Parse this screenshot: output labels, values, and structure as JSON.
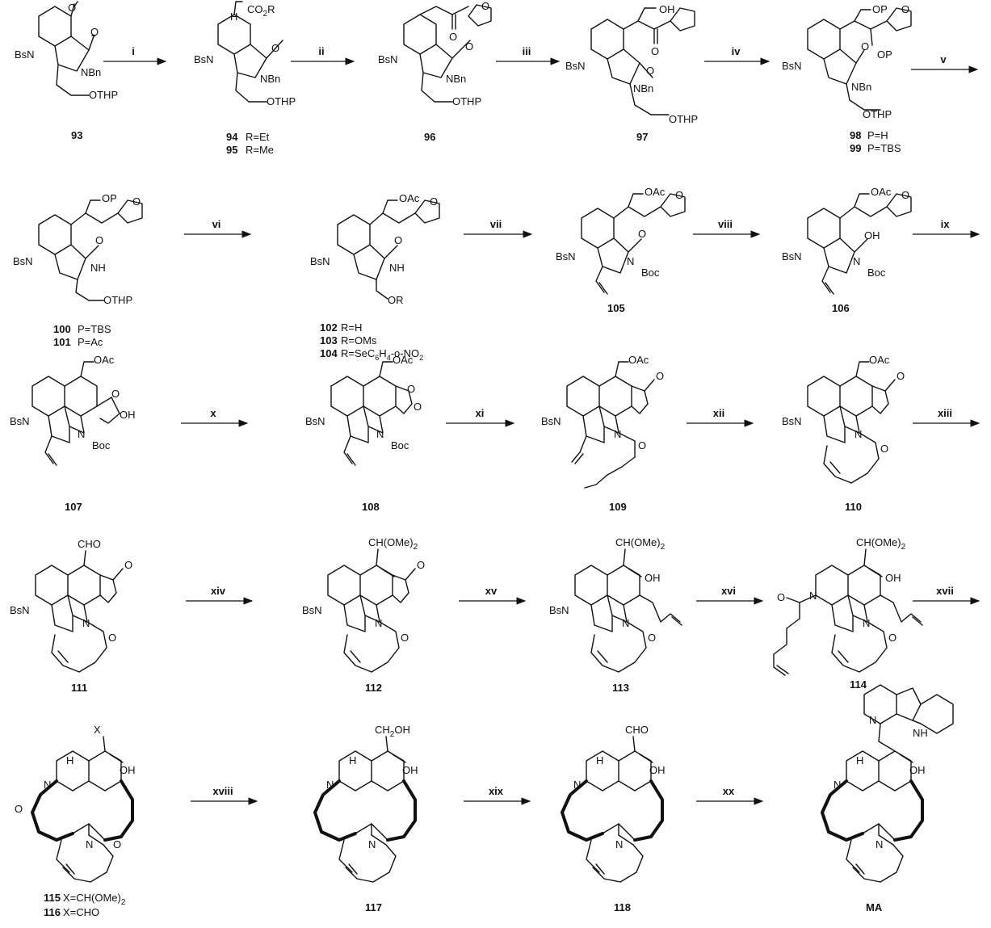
{
  "compounds": [
    {
      "id": "93"
    },
    {
      "id": "94",
      "variant": "R=Et"
    },
    {
      "id": "95",
      "variant": "R=Me"
    },
    {
      "id": "96"
    },
    {
      "id": "97"
    },
    {
      "id": "98",
      "variant": "P=H"
    },
    {
      "id": "99",
      "variant": "P=TBS"
    },
    {
      "id": "100",
      "variant": "P=TBS"
    },
    {
      "id": "101",
      "variant": "P=Ac"
    },
    {
      "id": "102",
      "variant": "R=H"
    },
    {
      "id": "103",
      "variant": "R=OMs"
    },
    {
      "id": "104",
      "variant": "R=SeC6H4-o-NO2"
    },
    {
      "id": "105"
    },
    {
      "id": "106"
    },
    {
      "id": "107"
    },
    {
      "id": "108"
    },
    {
      "id": "109"
    },
    {
      "id": "110"
    },
    {
      "id": "111"
    },
    {
      "id": "112"
    },
    {
      "id": "113"
    },
    {
      "id": "114"
    },
    {
      "id": "115",
      "variant": "X=CH(OMe)2"
    },
    {
      "id": "116",
      "variant": "X=CHO"
    },
    {
      "id": "117"
    },
    {
      "id": "118"
    },
    {
      "id": "MA"
    }
  ],
  "steps": [
    "i",
    "ii",
    "iii",
    "iv",
    "v",
    "vi",
    "vii",
    "viii",
    "ix",
    "x",
    "xi",
    "xii",
    "xiii",
    "xiv",
    "xv",
    "xvi",
    "xvii",
    "xviii",
    "xix",
    "xx"
  ],
  "atoms": {
    "Bs": "Bs",
    "N": "N",
    "BsN": "BsN",
    "NBn": "NBn",
    "NH": "NH",
    "OTHP": "OTHP",
    "O": "O",
    "OH": "OH",
    "OP": "OP",
    "OAc": "OAc",
    "OR": "OR",
    "Boc": "Boc",
    "CHO": "CHO",
    "CO2R": "CO",
    "CO2R_sub": "2",
    "CO2R_R": "R",
    "H": "H",
    "X": "X",
    "CH2OH": "CH",
    "CH2OH_sub": "2",
    "CH2OH_OH": "OH",
    "acetal": "CH(OMe)",
    "acetal_sub": "2",
    "NH_indole": "NH"
  },
  "variant_text": {
    "94": "R=Et",
    "95": "R=Me",
    "98": "P=H",
    "99": "P=TBS",
    "100": "P=TBS",
    "101": "P=Ac",
    "102": "R=H",
    "103": "R=OMs",
    "104a": "R=SeC",
    "104b": "6",
    "104c": "H",
    "104d": "4",
    "104e": "-o-NO",
    "104f": "2",
    "115a": "X=CH(OMe)",
    "115b": "2",
    "116": "X=CHO"
  }
}
